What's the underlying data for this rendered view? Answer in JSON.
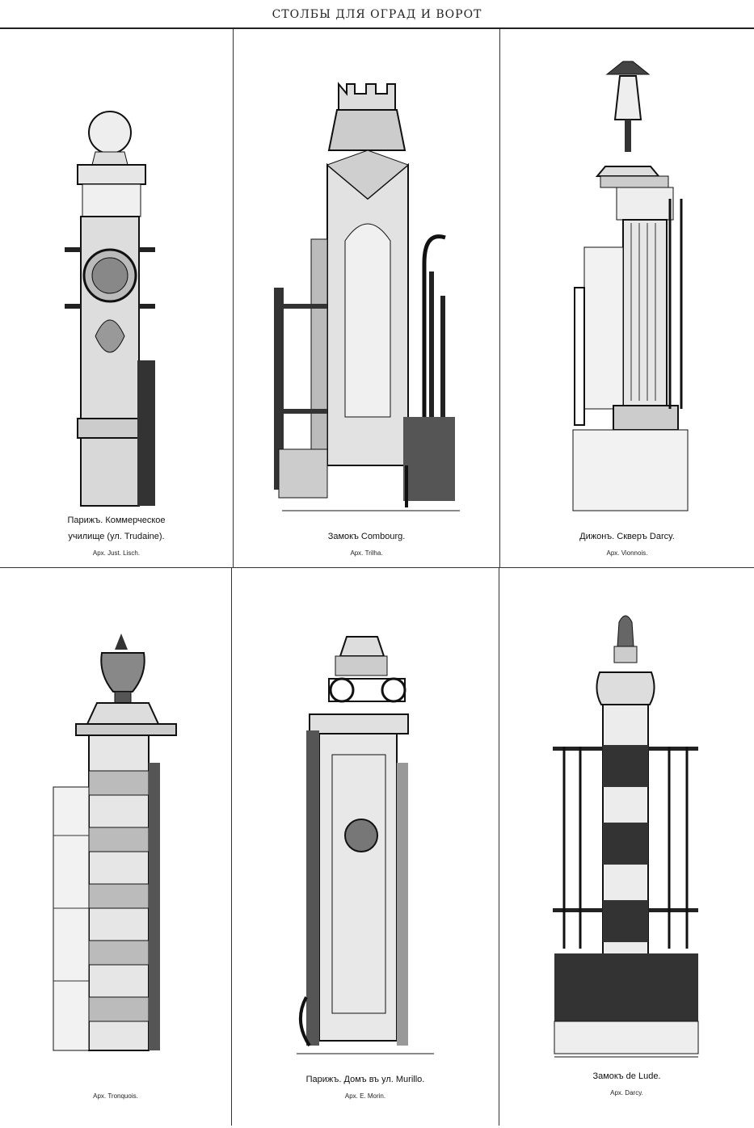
{
  "header": {
    "title": "СТОЛБЫ ДЛЯ ОГРАД И ВОРОТ"
  },
  "plates": [
    {
      "caption_lines": [
        "Парижъ. Коммерческое",
        "училище (ул. Trudaine)."
      ],
      "architect": "Арх. Just. Lisch."
    },
    {
      "caption_lines": [
        "Замокъ Combourg."
      ],
      "architect": "Арх. Trilha."
    },
    {
      "caption_lines": [
        "Дижонъ. Скверъ Darcy."
      ],
      "architect": "Арх. Vionnois."
    },
    {
      "caption_lines": [],
      "architect": "Арх. Tronquois."
    },
    {
      "caption_lines": [
        "Парижъ. Домъ въ ул. Murillo."
      ],
      "architect": "Арх. E. Morin."
    },
    {
      "caption_lines": [
        "Замокъ de Lude."
      ],
      "architect": "Арх. Darcy."
    }
  ]
}
